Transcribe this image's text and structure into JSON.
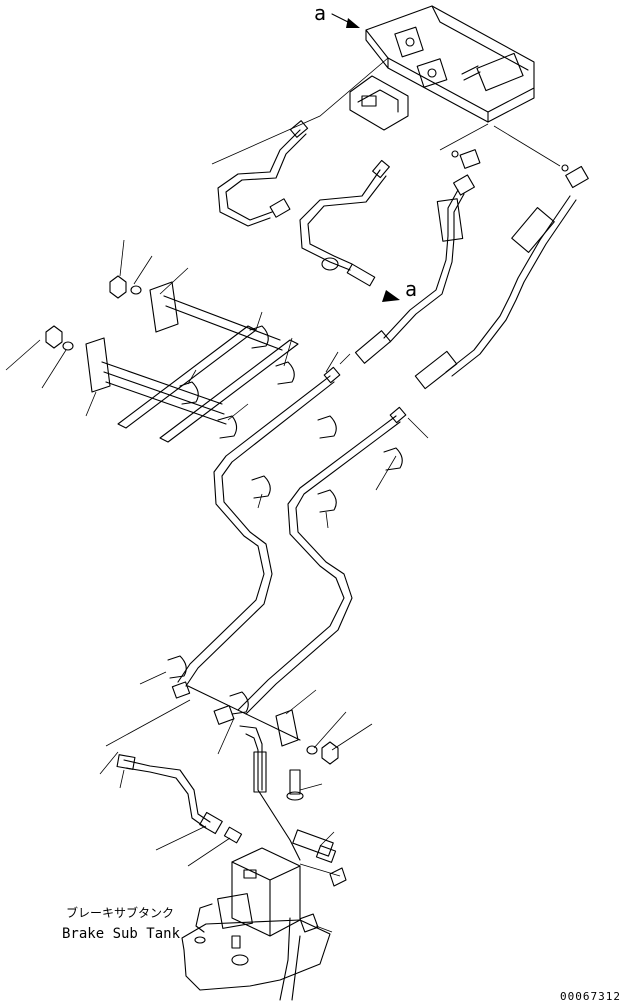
{
  "labels": {
    "view_marker_top": "a",
    "view_marker_mid": "a",
    "callout_jp": "ブレーキサブタンク",
    "callout_en": "Brake Sub Tank",
    "drawing_number": "00067312"
  }
}
